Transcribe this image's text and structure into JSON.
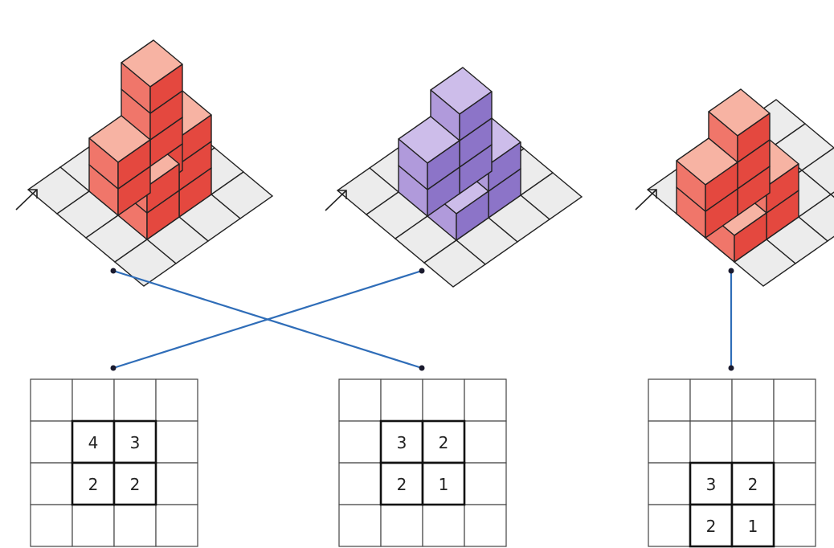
{
  "figures": [
    {
      "id": "A",
      "color": {
        "top": "#f7b3a3",
        "left": "#f0766a",
        "right": "#e4483f"
      },
      "heights": [
        [
          0,
          0,
          0,
          0
        ],
        [
          0,
          4,
          3,
          0
        ],
        [
          0,
          2,
          2,
          0
        ],
        [
          0,
          0,
          0,
          0
        ]
      ]
    },
    {
      "id": "B",
      "color": {
        "top": "#cdbdea",
        "left": "#b09adb",
        "right": "#8c74c8"
      },
      "heights": [
        [
          0,
          0,
          0,
          0
        ],
        [
          0,
          3,
          2,
          0
        ],
        [
          0,
          2,
          1,
          0
        ],
        [
          0,
          0,
          0,
          0
        ]
      ]
    },
    {
      "id": "C",
      "color": {
        "top": "#f7b3a3",
        "left": "#f0766a",
        "right": "#e4483f"
      },
      "heights": [
        [
          0,
          0,
          0,
          0
        ],
        [
          0,
          0,
          0,
          0
        ],
        [
          0,
          3,
          2,
          0
        ],
        [
          0,
          2,
          1,
          0
        ]
      ]
    }
  ],
  "maps": [
    {
      "id": "M1",
      "cells": [
        [
          "",
          "",
          "",
          ""
        ],
        [
          "",
          "4",
          "3",
          ""
        ],
        [
          "",
          "2",
          "2",
          ""
        ],
        [
          "",
          "",
          "",
          ""
        ]
      ]
    },
    {
      "id": "M2",
      "cells": [
        [
          "",
          "",
          "",
          ""
        ],
        [
          "",
          "3",
          "2",
          ""
        ],
        [
          "",
          "2",
          "1",
          ""
        ],
        [
          "",
          "",
          "",
          ""
        ]
      ]
    },
    {
      "id": "M3",
      "cells": [
        [
          "",
          "",
          "",
          ""
        ],
        [
          "",
          "",
          "",
          ""
        ],
        [
          "",
          "3",
          "2",
          ""
        ],
        [
          "",
          "2",
          "1",
          ""
        ]
      ]
    }
  ],
  "matches": [
    {
      "figure": "A",
      "map": "M2"
    },
    {
      "figure": "B",
      "map": "M1"
    },
    {
      "figure": "C",
      "map": "M3"
    }
  ],
  "connector_color": "#2f6db8"
}
